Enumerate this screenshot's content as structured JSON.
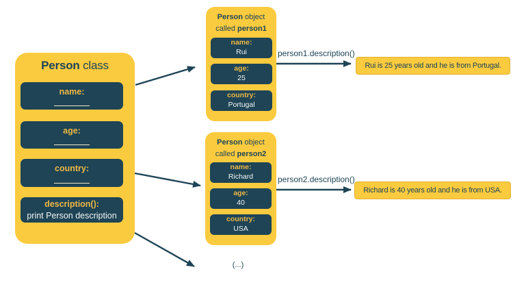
{
  "colors": {
    "yellow": "#FBCB3F",
    "navy": "#1E4456",
    "gold_label": "#EDB844",
    "cream_underline": "#EDE8C9",
    "white_value": "#F4F7F7"
  },
  "class_box": {
    "title_bold": "Person",
    "title_rest": " class",
    "attributes": [
      {
        "label": "name:"
      },
      {
        "label": "age:"
      },
      {
        "label": "country:"
      }
    ],
    "method": {
      "label": "description():",
      "body": "print Person description"
    }
  },
  "objects": [
    {
      "title_line1_bold": "Person",
      "title_line1_rest": " object",
      "title_line2_rest": "called ",
      "title_line2_bold": "person1",
      "fields": [
        {
          "label": "name:",
          "value": "Rui"
        },
        {
          "label": "age:",
          "value": "25"
        },
        {
          "label": "country:",
          "value": "Portugal"
        }
      ],
      "call": "person1.description()",
      "output": "Rui is 25 years old and he is from Portugal."
    },
    {
      "title_line1_bold": "Person",
      "title_line1_rest": " object",
      "title_line2_rest": "called ",
      "title_line2_bold": "person2",
      "fields": [
        {
          "label": "name:",
          "value": "Richard"
        },
        {
          "label": "age:",
          "value": "40"
        },
        {
          "label": "country:",
          "value": "USA"
        }
      ],
      "call": "person2.description()",
      "output": "Richard is 40 years old and he is from USA."
    }
  ],
  "ellipsis": "(...)"
}
